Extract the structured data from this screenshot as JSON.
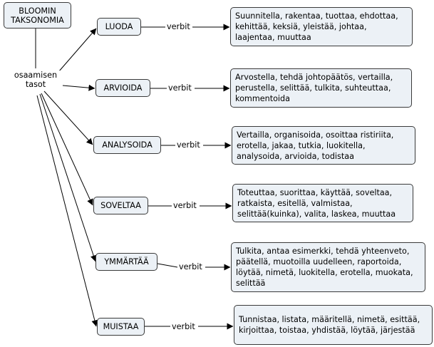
{
  "root": {
    "title": "BLOOMIN TAKSONOMIA"
  },
  "hub": {
    "label": "osaamisen tasot"
  },
  "levels": [
    {
      "name": "LUODA",
      "link": "verbit",
      "verbs": "Suunnitella, rakentaa, tuottaa, ehdottaa, kehittää, keksiä, yleistää, johtaa, laajentaa, muuttaa"
    },
    {
      "name": "ARVIOIDA",
      "link": "verbit",
      "verbs": "Arvostella, tehdä johtopäätös, vertailla, perustella, selittää, tulkita, suhteuttaa, kommentoida"
    },
    {
      "name": "ANALYSOIDA",
      "link": "verbit",
      "verbs": "Vertailla, organisoida, osoittaa ristiriita, erotella, jakaa, tutkia, luokitella, analysoida, arvioida, todistaa"
    },
    {
      "name": "SOVELTAA",
      "link": "verbit",
      "verbs": "Toteuttaa, suorittaa, käyttää, soveltaa, ratkaista, esitellä, valmistaa, selittää(kuinka), valita, laskea, muuttaa"
    },
    {
      "name": "YMMÄRTÄÄ",
      "link": "verbit",
      "verbs": "Tulkita, antaa esimerkki, tehdä yhteenveto, päätellä, muotoilla uudelleen, raportoida, löytää, nimetä, luokitella, erotella, muokata, selittää"
    },
    {
      "name": "MUISTAA",
      "link": "verbit",
      "verbs": "Tunnistaa, listata, määritellä, nimetä, esittää, kirjoittaa, toistaa, yhdistää, löytää, järjestää"
    }
  ],
  "colors": {
    "node_fill": "#ecf1f6",
    "border": "#3a3a3a",
    "line": "#000000"
  }
}
